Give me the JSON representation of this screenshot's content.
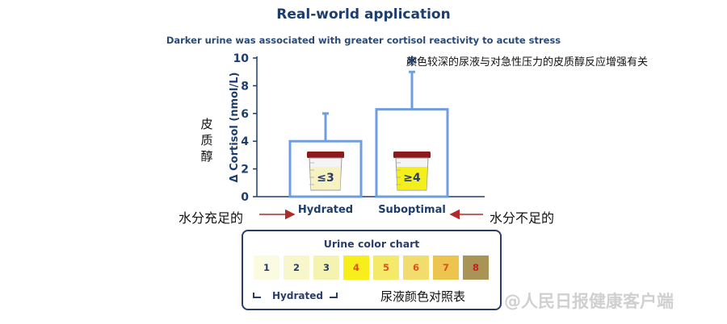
{
  "chart_data": {
    "type": "bar",
    "title": "Real-world application",
    "subtitle": "Darker urine was associated with greater cortisol reactivity to acute stress",
    "ylabel": "Δ Cortisol (nmol/L)",
    "ylabel_cn": "皮质醇",
    "ylim": [
      0,
      10
    ],
    "yticks": [
      "0",
      "2",
      "4",
      "6",
      "8",
      "10"
    ],
    "categories": [
      "Hydrated",
      "Suboptimal"
    ],
    "values": [
      4.0,
      6.3
    ],
    "error_upper": [
      6.0,
      9.0
    ],
    "cup_labels": [
      "≤3",
      "≥4"
    ],
    "significance": "*",
    "annotation_cn": "颜色较深的尿液与对急性压力的皮质醇反应增强有关",
    "category_cn": [
      "水分充足的",
      "水分不足的"
    ],
    "bar_color": "#6f9ee0"
  },
  "legend": {
    "title": "Urine color chart",
    "swatches": [
      {
        "label": "1",
        "color": "#fbfbe2",
        "text_color": "#2a3d6a"
      },
      {
        "label": "2",
        "color": "#f8f7cc",
        "text_color": "#2a3d6a"
      },
      {
        "label": "3",
        "color": "#f4f3b0",
        "text_color": "#2a3d6a"
      },
      {
        "label": "4",
        "color": "#f7ee1c",
        "text_color": "#d9531e"
      },
      {
        "label": "5",
        "color": "#f5e96a",
        "text_color": "#d9531e"
      },
      {
        "label": "6",
        "color": "#f3dc6e",
        "text_color": "#d9531e"
      },
      {
        "label": "7",
        "color": "#edc44d",
        "text_color": "#d9531e"
      },
      {
        "label": "8",
        "color": "#a99355",
        "text_color": "#c2221e"
      }
    ],
    "hydrated_label": "Hydrated",
    "caption_cn": "尿液颜色对照表"
  },
  "watermark": "@人民日报健康客户端"
}
